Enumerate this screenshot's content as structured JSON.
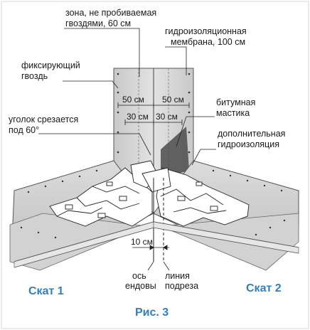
{
  "labels": {
    "nail_free_zone_1": "зона, не пробиваемая",
    "nail_free_zone_2": "гвоздями, 60 см",
    "membrane_1": "гидроизоляционная",
    "membrane_2": "мембрана, 100 см",
    "fixing_nail_1": "фиксирующий",
    "fixing_nail_2": "гвоздь",
    "corner_cut_1": "уголок срезается",
    "corner_cut_2": "под 60°",
    "bitumen_1": "битумная",
    "bitumen_2": "мастика",
    "extra_waterproof_1": "дополнительная",
    "extra_waterproof_2": "гидроизоляция",
    "dim_50_left": "50 см",
    "dim_50_right": "50 см",
    "dim_30_left": "30 см",
    "dim_30_right": "30 см",
    "dim_10": "10 см",
    "valley_axis_1": "ось",
    "valley_axis_2": "ендовы",
    "cut_line_1": "линия",
    "cut_line_2": "подреза"
  },
  "slopes": {
    "left": "Скат 1",
    "right": "Скат 2"
  },
  "caption": "Рис. 3",
  "colors": {
    "accent": "#2f7fc1",
    "membrane": "#d7d7d7",
    "underlay": "#cfcfcf",
    "shingle": "#ffffff",
    "line": "#1a1a1a"
  }
}
